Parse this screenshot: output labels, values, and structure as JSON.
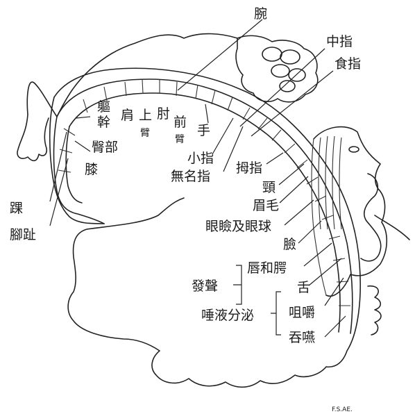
{
  "labels": {
    "wrist": "腕",
    "middle_finger": "中指",
    "index_finger": "食指",
    "trunk_1": "軀",
    "trunk_2": "幹",
    "hip": "臀部",
    "shoulder": "肩",
    "upper_arm_1": "上",
    "upper_arm_2": "臂",
    "elbow": "肘",
    "forearm_1": "前",
    "forearm_2": "臂",
    "hand": "手",
    "little_finger": "小指",
    "ring_finger": "無名指",
    "knee": "膝",
    "ankle": "踝",
    "toes": "腳趾",
    "thumb": "拇指",
    "neck": "頸",
    "brow": "眉毛",
    "eyelid_eyeball": "眼瞼及眼球",
    "face": "臉",
    "lips": "唇和腭",
    "vocalization": "發聲",
    "tongue": "舌",
    "chewing": "咀嚼",
    "salivation": "唾液分泌",
    "swallowing": "吞嚥",
    "credit": "F.S.AE."
  }
}
